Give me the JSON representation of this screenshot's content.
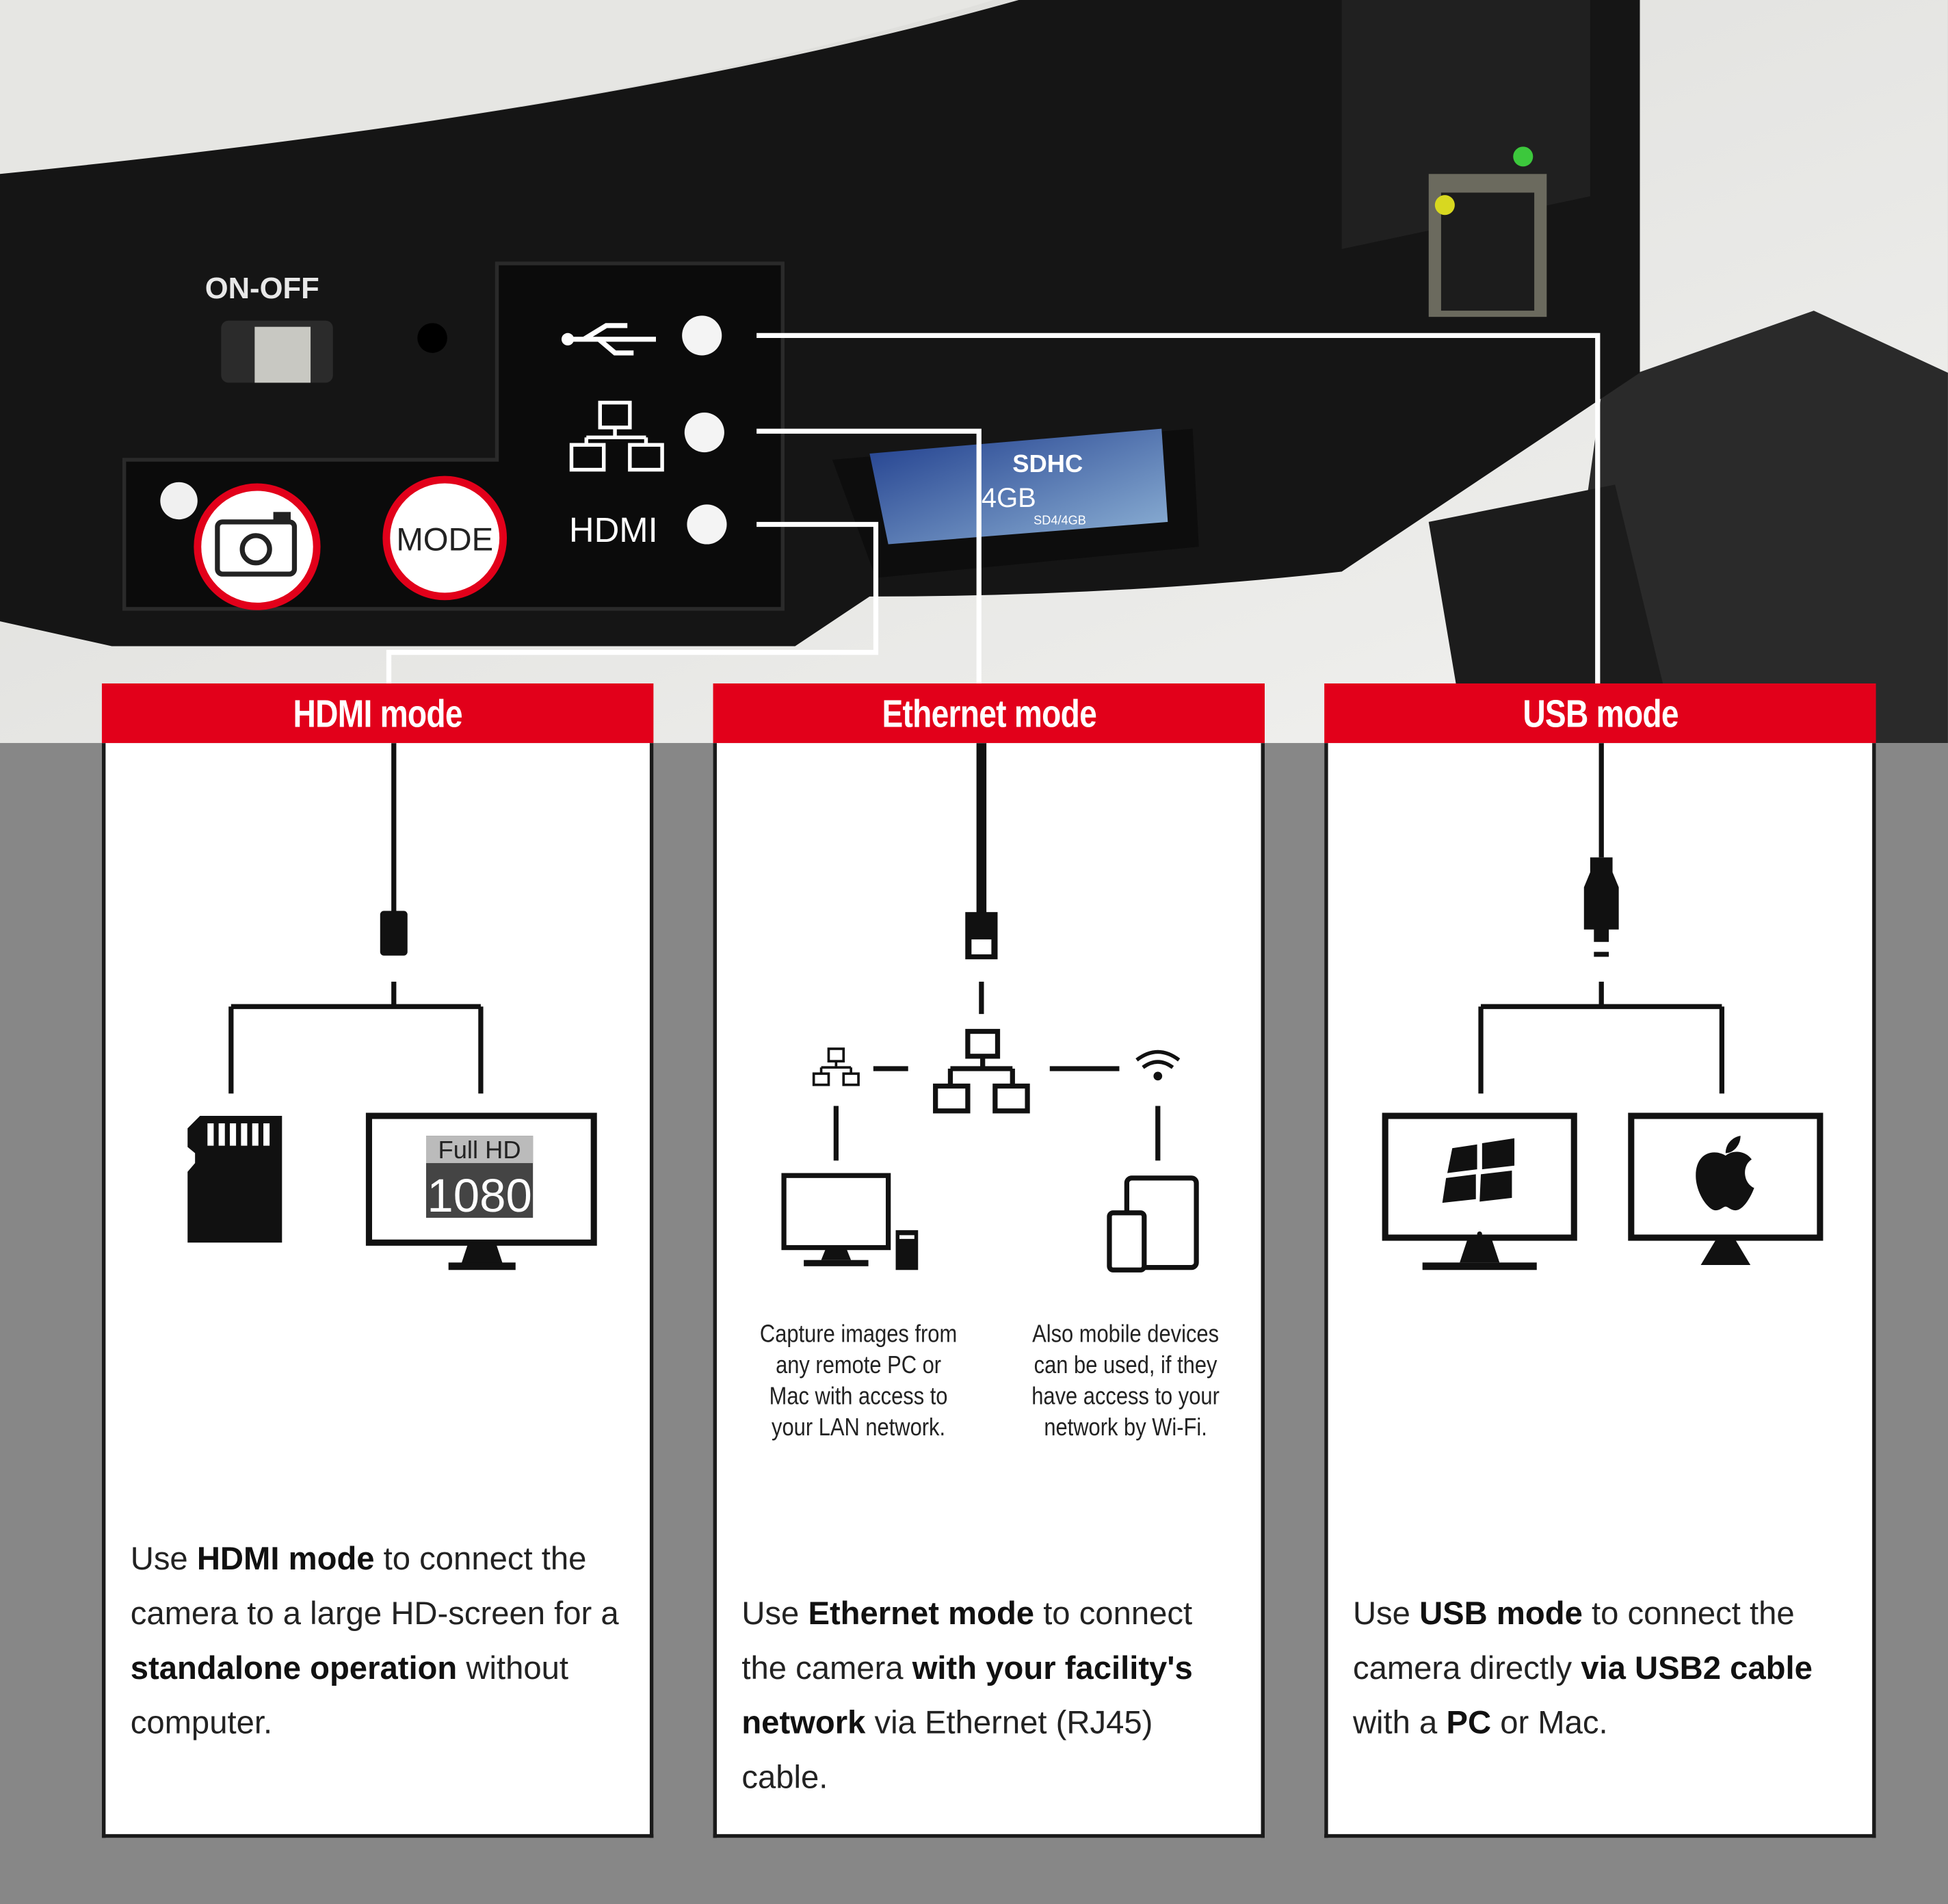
{
  "device": {
    "switch_label": "ON-OFF",
    "mode_button_label": "MODE",
    "hdmi_port_label": "HDMI",
    "sd_card_capacity": "4GB",
    "sd_card_model": "SD4/4GB",
    "sd_card_logo": "SDHC"
  },
  "modes": [
    {
      "title": "HDMI mode",
      "text": [
        {
          "t": "Use ",
          "b": false
        },
        {
          "t": "HDMI mode",
          "b": true
        },
        {
          "t": " to connect the camera to a large HD-screen for a ",
          "b": false
        },
        {
          "t": "standalone operation",
          "b": true
        },
        {
          "t": " without computer.",
          "b": false
        }
      ],
      "monitor_badge_top": "Full HD",
      "monitor_badge_bottom": "1080"
    },
    {
      "title": "Ethernet mode",
      "caption_left": "Capture images from any remote PC or Mac with access to your LAN network.",
      "caption_right": "Also mobile devices can be used, if they have access to your network by Wi-Fi.",
      "text": [
        {
          "t": "Use ",
          "b": false
        },
        {
          "t": "Ethernet mode",
          "b": true
        },
        {
          "t": " to connect the camera ",
          "b": false
        },
        {
          "t": "with your facility's network",
          "b": true
        },
        {
          "t": " via Ethernet (RJ45) cable.",
          "b": false
        }
      ]
    },
    {
      "title": "USB mode",
      "text": [
        {
          "t": "Use ",
          "b": false
        },
        {
          "t": "USB mode",
          "b": true
        },
        {
          "t": " to connect the camera directly ",
          "b": false
        },
        {
          "t": "via USB2 cable",
          "b": true
        },
        {
          "t": " with a ",
          "b": false
        },
        {
          "t": "PC",
          "b": true
        },
        {
          "t": " or Mac.",
          "b": false
        }
      ]
    }
  ],
  "colors": {
    "accent": "#e2001a",
    "background": "#878787",
    "device": "#151515"
  }
}
